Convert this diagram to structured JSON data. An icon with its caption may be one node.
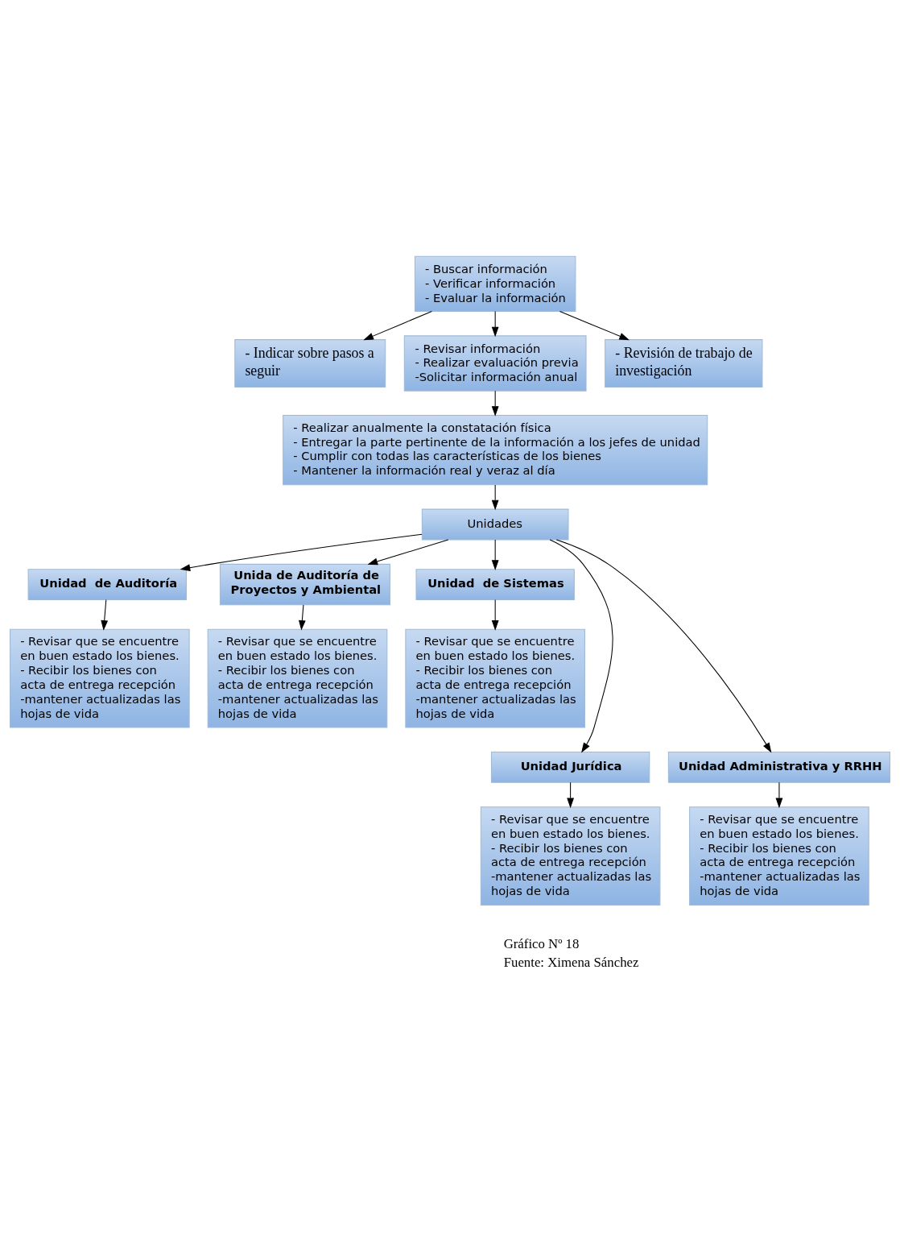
{
  "diagram": {
    "nodes": [
      {
        "text": [
          "- Buscar información",
          "- Verificar información",
          "- Evaluar la información"
        ]
      },
      {
        "text": [
          "- Indicar sobre pasos a seguir"
        ]
      },
      {
        "text": [
          "- Revisar información",
          "- Realizar evaluación previa",
          "-Solicitar información anual"
        ]
      },
      {
        "text": [
          "- Revisión de trabajo de investigación"
        ]
      },
      {
        "text": [
          "- Realizar anualmente la constatación física",
          "- Entregar la parte pertinente de la información a los jefes de unidad",
          "- Cumplir con todas las características de los bienes",
          "- Mantener la información real y veraz al día"
        ]
      },
      {
        "text": [
          "Unidades"
        ]
      },
      {
        "text": [
          "Unidad  de Auditoría"
        ]
      },
      {
        "text": [
          "Unida de Auditoría de Proyectos y Ambiental"
        ]
      },
      {
        "text": [
          "Unidad  de Sistemas"
        ]
      },
      {
        "text": [
          "- Revisar que se encuentre en buen estado los bienes.",
          "- Recibir los bienes con acta de entrega recepción",
          "-mantener actualizadas las hojas de vida"
        ]
      },
      {
        "text": [
          "- Revisar que se encuentre en buen estado los bienes.",
          "- Recibir los bienes con acta de entrega recepción",
          "-mantener actualizadas las hojas de vida"
        ]
      },
      {
        "text": [
          "- Revisar que se encuentre en buen estado los bienes.",
          "- Recibir los bienes con acta de entrega recepción",
          "-mantener actualizadas las hojas de vida"
        ]
      },
      {
        "text": [
          "Unidad Jurídica"
        ]
      },
      {
        "text": [
          "Unidad Administrativa y RRHH"
        ]
      },
      {
        "text": [
          "- Revisar que se encuentre en buen estado los bienes.",
          "- Recibir los bienes con acta de entrega recepción",
          "-mantener actualizadas las hojas de vida"
        ]
      },
      {
        "text": [
          "- Revisar que se encuentre en buen estado los bienes.",
          "- Recibir los bienes con acta de entrega recepción",
          "-mantener actualizadas las hojas de vida"
        ]
      }
    ],
    "edges": [
      {
        "from": 0,
        "to": 1,
        "arrow": "to"
      },
      {
        "from": 0,
        "to": 2,
        "arrow": "to"
      },
      {
        "from": 0,
        "to": 3,
        "arrow": "to"
      },
      {
        "from": 2,
        "to": 4,
        "arrow": "to"
      },
      {
        "from": 4,
        "to": 5,
        "arrow": "to"
      },
      {
        "from": 5,
        "to": 6,
        "arrow": "to"
      },
      {
        "from": 5,
        "to": 12,
        "arrow": "to"
      },
      {
        "from": 5,
        "to": 7,
        "arrow": "to"
      },
      {
        "from": 5,
        "to": 13,
        "arrow": "to"
      },
      {
        "from": 5,
        "to": 8,
        "arrow": "to"
      },
      {
        "from": 6,
        "to": 9,
        "arrow": "to"
      },
      {
        "from": 7,
        "to": 10,
        "arrow": "to"
      },
      {
        "from": 8,
        "to": 11,
        "arrow": "to"
      },
      {
        "from": 12,
        "to": 14,
        "arrow": "to"
      },
      {
        "from": 13,
        "to": 15,
        "arrow": "to"
      }
    ],
    "labels": [
      "Gráfico Nº 18",
      "Fuente: Ximena Sánchez"
    ]
  }
}
